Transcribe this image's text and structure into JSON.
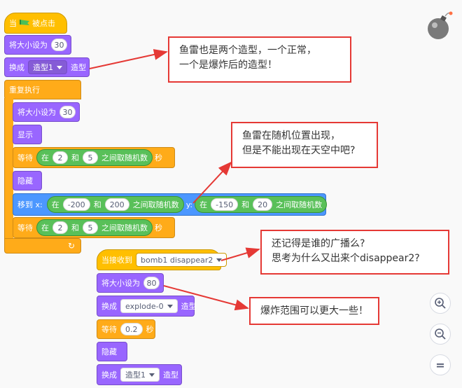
{
  "script1": {
    "hat": {
      "when": "当",
      "clicked": "被点击"
    },
    "set_size": {
      "label": "将大小设为",
      "value": "30"
    },
    "switch_costume": {
      "label": "换成",
      "costume": "造型1",
      "suffix": "造型"
    },
    "forever": {
      "label": "重复执行"
    },
    "inner_set_size": {
      "label": "将大小设为",
      "value": "30"
    },
    "show": {
      "label": "显示"
    },
    "wait1": {
      "label": "等待",
      "op_in": "在",
      "from": "2",
      "and": "和",
      "to": "5",
      "op_end": "之间取随机数",
      "unit": "秒"
    },
    "hide": {
      "label": "隐藏"
    },
    "goto": {
      "label": "移到 x:",
      "x_in": "在",
      "x_from": "-200",
      "x_and": "和",
      "x_to": "200",
      "x_end": "之间取随机数",
      "y_label": "y:",
      "y_in": "在",
      "y_from": "-150",
      "y_and": "和",
      "y_to": "20",
      "y_end": "之间取随机数"
    },
    "wait2": {
      "label": "等待",
      "op_in": "在",
      "from": "2",
      "and": "和",
      "to": "5",
      "op_end": "之间取随机数",
      "unit": "秒"
    }
  },
  "script2": {
    "hat": {
      "label": "当接收到",
      "message": "bomb1 disappear2"
    },
    "set_size": {
      "label": "将大小设为",
      "value": "80"
    },
    "switch_costume": {
      "label": "换成",
      "costume": "explode-0",
      "suffix": "造型"
    },
    "wait": {
      "label": "等待",
      "value": "0.2",
      "unit": "秒"
    },
    "hide": {
      "label": "隐藏"
    },
    "switch_costume2": {
      "label": "换成",
      "costume": "造型1",
      "suffix": "造型"
    }
  },
  "callouts": {
    "c1": {
      "line1": "鱼雷也是两个造型，一个正常，",
      "line2": "一个是爆炸后的造型！"
    },
    "c2": {
      "line1": "鱼雷在随机位置出现，",
      "line2": "但是不能出现在天空中吧?"
    },
    "c3": {
      "line1": "还记得是谁的广播么?",
      "line2": "思考为什么又出来个disappear2?"
    },
    "c4": {
      "line1": "爆炸范围可以更大一些！"
    }
  },
  "zoom": {
    "in": "+",
    "out": "−",
    "reset": "="
  },
  "colors": {
    "looks": "#9966ff",
    "control": "#ffab19",
    "events": "#ffbf00",
    "motion": "#4c97ff",
    "operator": "#59c059",
    "callout_border": "#e53935"
  }
}
